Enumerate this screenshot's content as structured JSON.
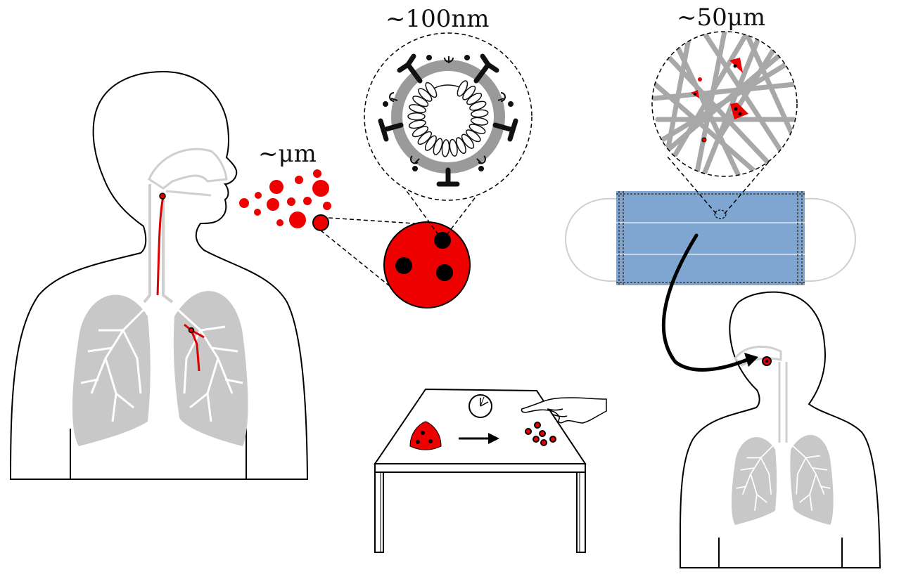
{
  "labels": {
    "virus_scale": "~100nm",
    "fiber_scale": "~50μm",
    "droplet_scale": "~μm"
  },
  "colors": {
    "droplet": "#ee0000",
    "lung": "#c8c8c8",
    "mask": "#7ea6d0",
    "virus_shell": "#9a9a9a",
    "fiber": "#a8a8a8"
  }
}
